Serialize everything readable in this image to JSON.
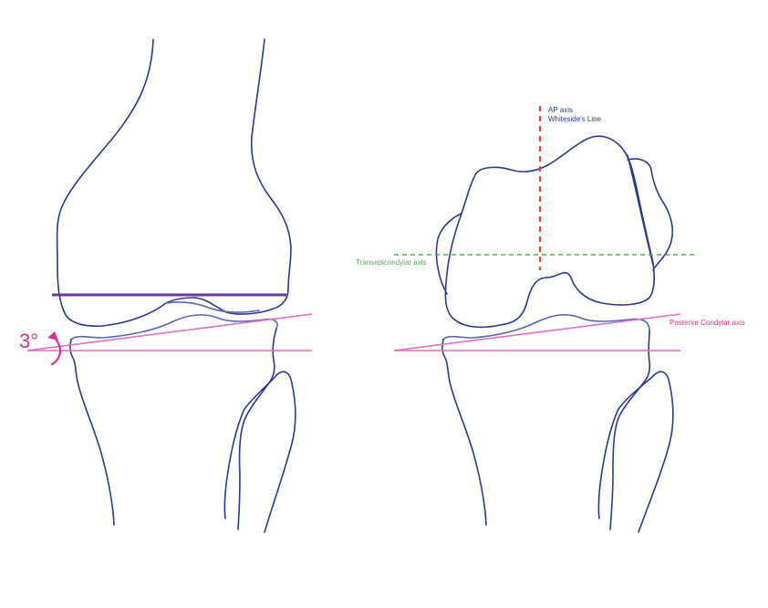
{
  "colors": {
    "bone": "#2b3a8f",
    "bone_light": "#5a67b0",
    "joint_line": "#6a3a9a",
    "pink": "#e070c0",
    "magenta": "#d8348f",
    "ap_axis": "#e0483a",
    "transepicondylar": "#5aa85a"
  },
  "labels": {
    "angle": "3°",
    "ap_axis": "AP axis",
    "whiteside": "Whiteside's Line",
    "transepicondylar": "Transepicondylar axis",
    "posterior_condylar": "Posterior Condylar axis"
  }
}
